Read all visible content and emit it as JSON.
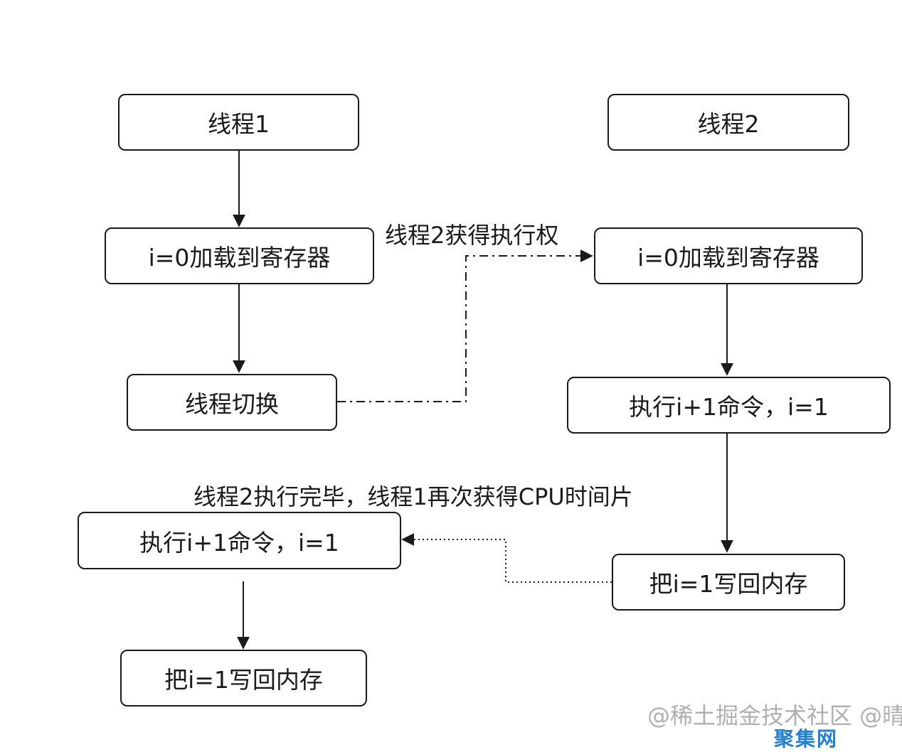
{
  "nodes": {
    "t1_title": "线程1",
    "t1_load": "i=0加载到寄存器",
    "t1_switch": "线程切换",
    "t1_exec": "执行i+1命令，i=1",
    "t1_write": "把i=1写回内存",
    "t2_title": "线程2",
    "t2_load": "i=0加载到寄存器",
    "t2_exec": "执行i+1命令，i=1",
    "t2_write": "把i=1写回内存"
  },
  "labels": {
    "thread2_gets_exec": "线程2获得执行权",
    "thread2_done": "线程2执行完毕，线程1再次获得CPU时间片"
  },
  "watermark": {
    "text": "@稀土掘金技术社区 @晴天",
    "brand": "聚集网"
  },
  "colors": {
    "stroke": "#1a1a1a",
    "background": "#ffffff"
  }
}
